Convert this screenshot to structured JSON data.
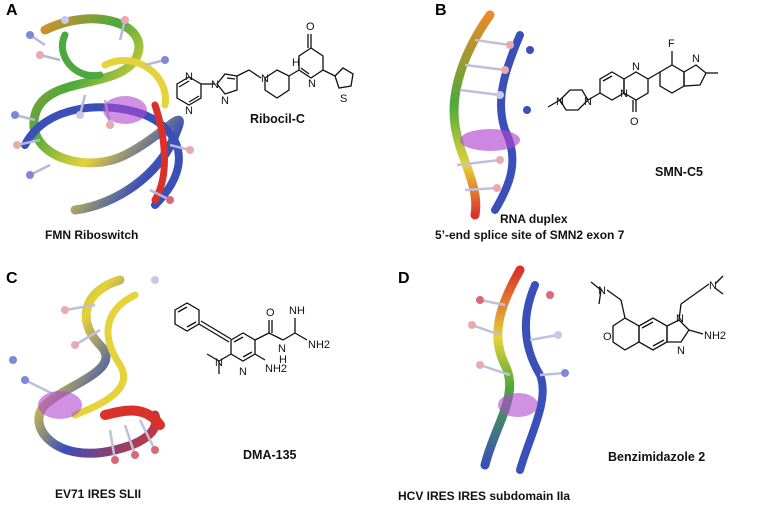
{
  "panels": [
    {
      "label": "A",
      "caption": "FMN Riboswitch",
      "molecule": "Ribocil-C"
    },
    {
      "label": "B",
      "caption_line1": "RNA duplex",
      "caption_line2": "5’-end splice site of SMN2 exon 7",
      "molecule": "SMN-C5"
    },
    {
      "label": "C",
      "caption": "EV71 IRES SLII",
      "molecule": "DMA-135"
    },
    {
      "label": "D",
      "caption": "HCV IRES IRES subdomain IIa",
      "molecule": "Benzimidazole 2"
    }
  ],
  "atoms": {
    "a_o": "O",
    "a_n1": "N",
    "a_n2": "N",
    "a_n3": "N",
    "a_n4": "N",
    "a_n5": "N",
    "a_n6": "N",
    "a_h": "H",
    "b_f": "F",
    "b_n1": "N",
    "b_n2": "N",
    "b_n3": "N",
    "b_n4": "N",
    "b_n5": "N",
    "b_o": "O",
    "c_nh": "NH",
    "c_o": "O",
    "c_n1": "N",
    "c_n2": "N",
    "c_n3": "N",
    "c_nh2a": "NH2",
    "c_nh2b": "NH2",
    "c_h": "H",
    "d_n1": "N",
    "d_n2": "N",
    "d_n3": "N",
    "d_n4": "N",
    "d_o": "O",
    "d_nh2": "NH2"
  },
  "colors": {
    "rna_blue": "#3a4fb8",
    "rna_green": "#4caa3c",
    "rna_yellow": "#e6d23a",
    "rna_orange": "#e88a2a",
    "rna_red": "#d9322a",
    "ligand_purple": "#b048d0",
    "base_pink": "#e8a9b0",
    "base_lavender": "#c8c8e8"
  }
}
